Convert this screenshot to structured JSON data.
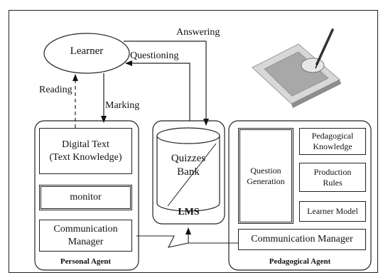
{
  "learner": "Learner",
  "edges": {
    "answering": "Answering",
    "questioning": "Questioning",
    "reading": "Reading",
    "marking": "Marking"
  },
  "personal_agent": {
    "title": "Personal Agent",
    "digital_text_line1": "Digital Text",
    "digital_text_line2": "(Text Knowledge)",
    "monitor": "monitor",
    "comm_line1": "Communication",
    "comm_line2": "Manager"
  },
  "lms": {
    "title": "LMS",
    "bank_line1": "Quizzes",
    "bank_line2": "Bank"
  },
  "pedagogical_agent": {
    "title": "Pedagogical Agent",
    "question_gen_line1": "Question",
    "question_gen_line2": "Generation",
    "ped_knowledge_line1": "Pedagogical",
    "ped_knowledge_line2": "Knowledge",
    "production_line1": "Production",
    "production_line2": "Rules",
    "learner_model": "Learner Model",
    "comm_manager": "Communication Manager"
  }
}
